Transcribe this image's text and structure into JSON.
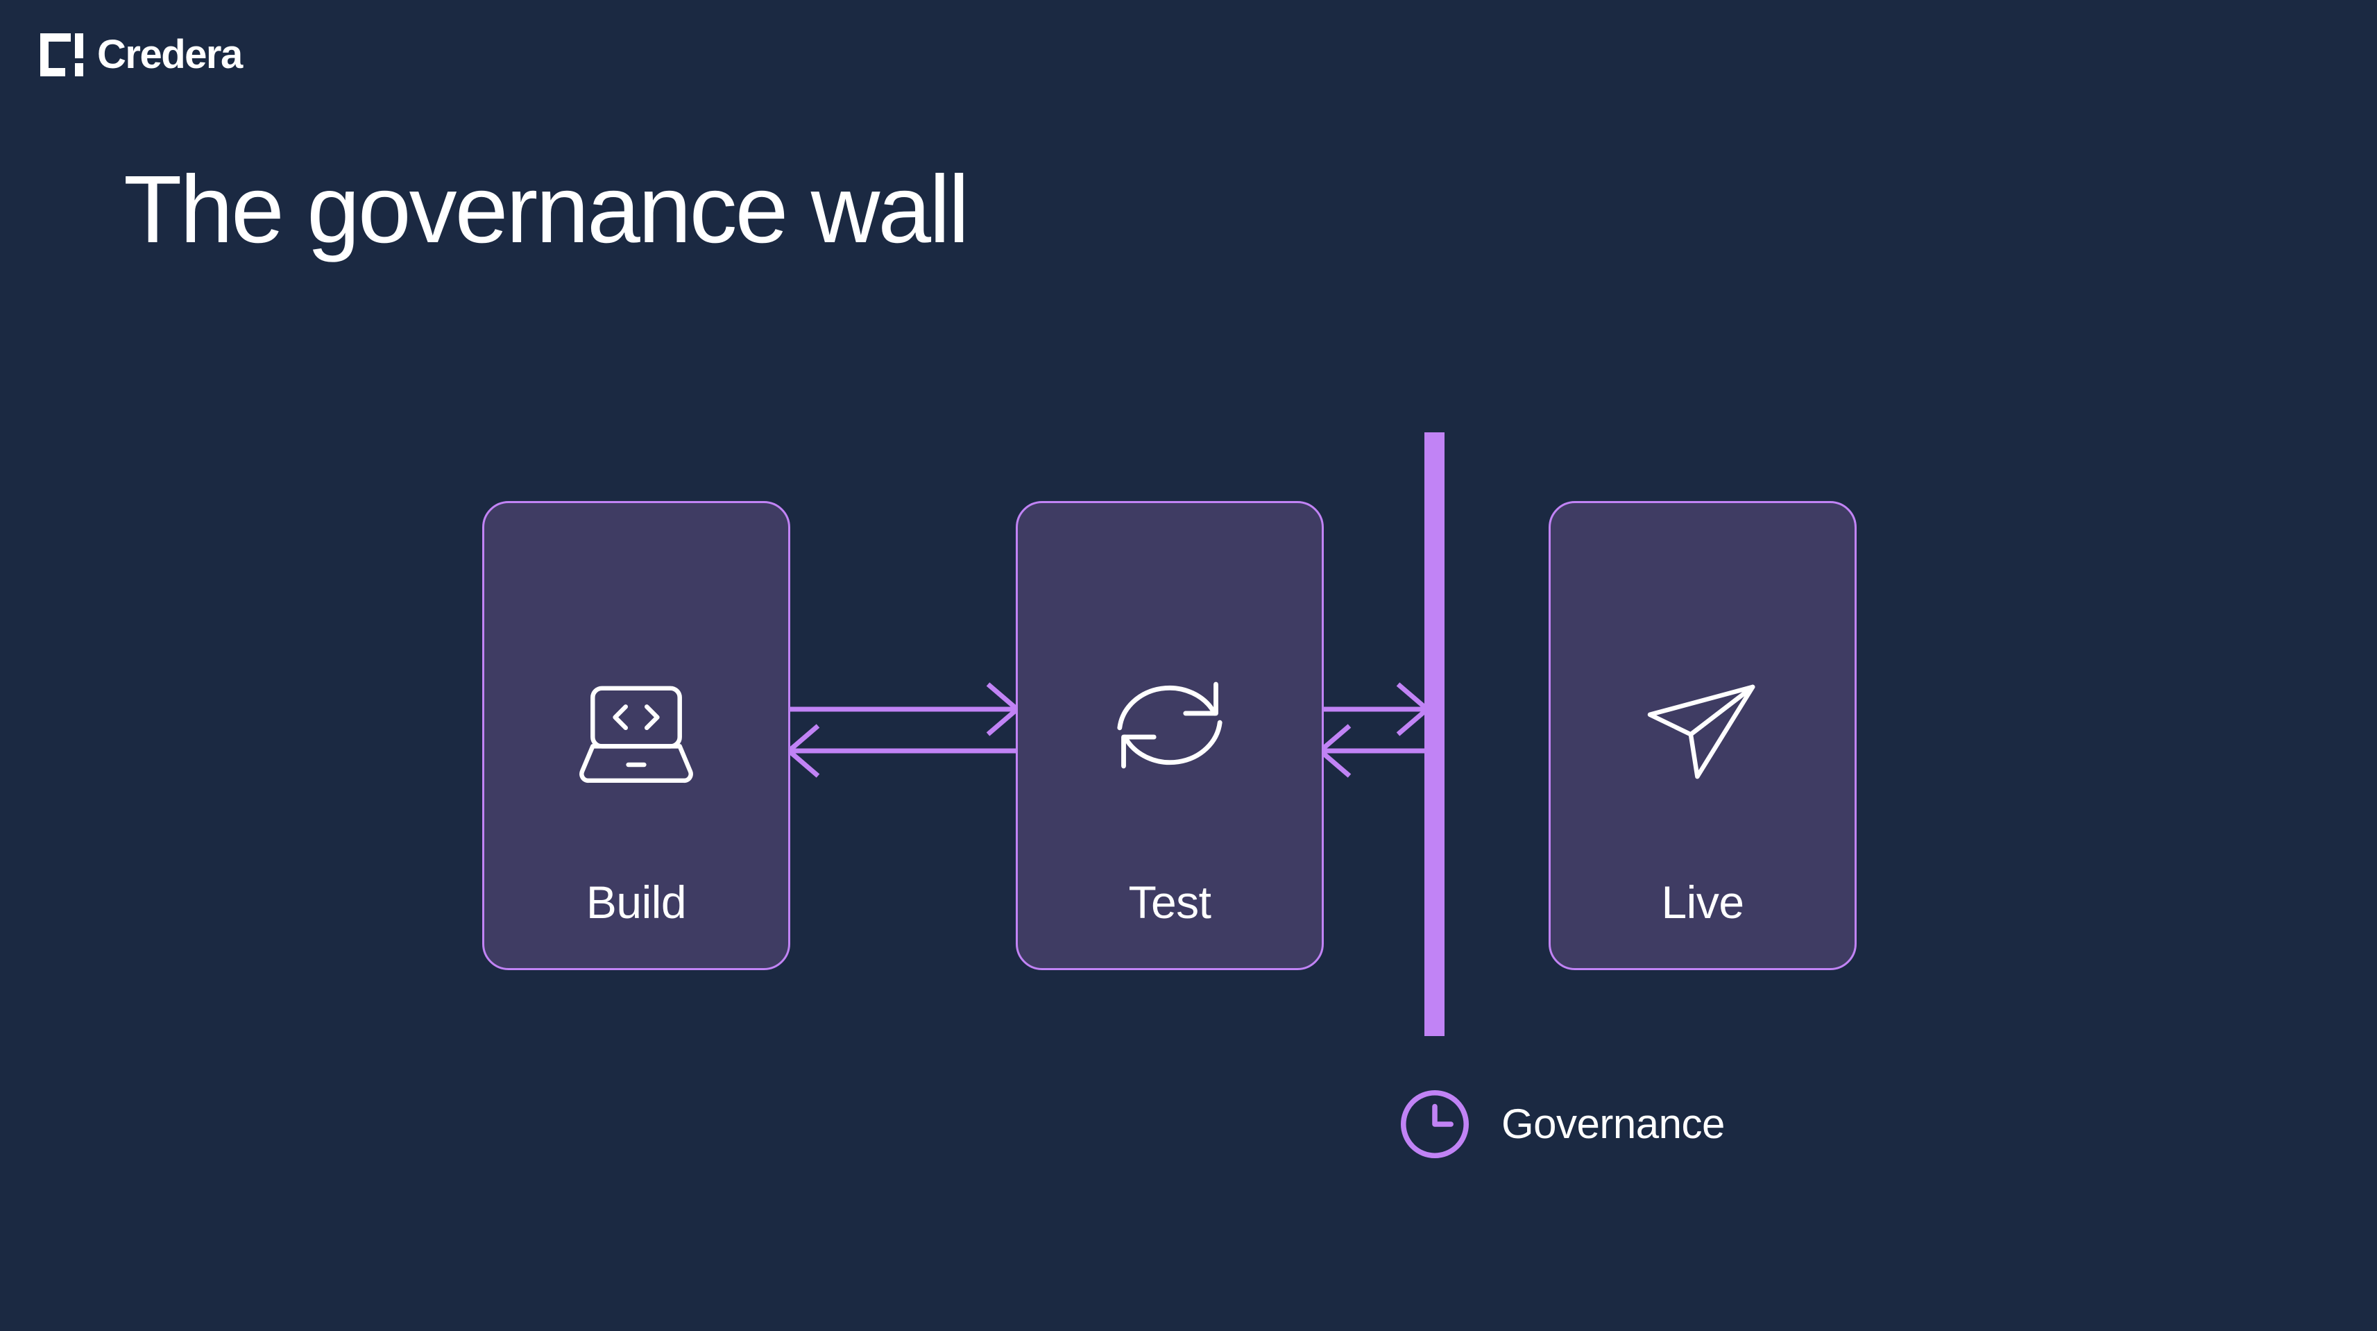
{
  "slide": {
    "background_color": "#1b2942",
    "title": "The governance wall"
  },
  "brand": {
    "name": "Credera",
    "mark_icon": "credera-square-mark-icon",
    "color": "#ffffff"
  },
  "theme": {
    "background": "#1b2942",
    "accent_purple": "#c183f5",
    "card_fill": "#3f3c63",
    "text_white": "#ffffff"
  },
  "diagram": {
    "type": "flow",
    "stages": [
      {
        "id": "build",
        "label": "Build",
        "icon": "laptop-code-icon"
      },
      {
        "id": "test",
        "label": "Test",
        "icon": "refresh-cycle-icon"
      },
      {
        "id": "live",
        "label": "Live",
        "icon": "paper-plane-send-icon"
      }
    ],
    "connectors": [
      {
        "from": "build",
        "to": "test",
        "direction": "right"
      },
      {
        "from": "test",
        "to": "build",
        "direction": "left"
      },
      {
        "from": "test",
        "to": "wall",
        "direction": "right"
      },
      {
        "from": "wall",
        "to": "test",
        "direction": "left"
      }
    ],
    "wall": {
      "id": "governance-wall",
      "color": "#c183f5",
      "legend_label": "Governance",
      "legend_icon": "clock-icon"
    }
  }
}
